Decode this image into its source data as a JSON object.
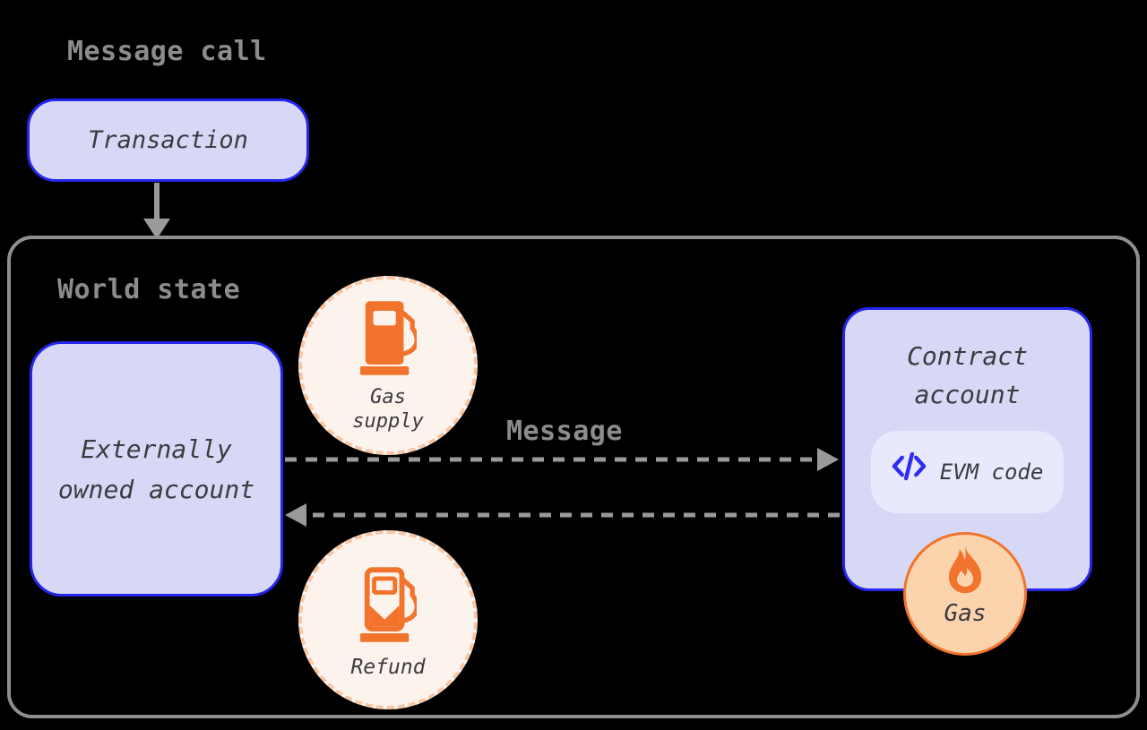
{
  "title": {
    "label": "Message call"
  },
  "transaction": {
    "label": "Transaction"
  },
  "world_state": {
    "label": "World state",
    "message_label": "Message",
    "eoa": {
      "line1": "Externally",
      "line2": "owned account"
    },
    "gas_supply": {
      "line1": "Gas",
      "line2": "supply",
      "icon": "gas-pump-icon"
    },
    "refund": {
      "label": "Refund",
      "icon": "gas-pump-refund-icon"
    },
    "contract": {
      "line1": "Contract",
      "line2": "account",
      "evm_code": {
        "label": "EVM code",
        "icon": "code-icon"
      }
    },
    "gas": {
      "label": "Gas",
      "icon": "flame-icon"
    }
  },
  "colors": {
    "page-bg": "#000000",
    "muted-text": "#8c8c8c",
    "frame-border": "#8f8f8f",
    "arrow-gray": "#9a9a9a",
    "node-fill": "#d7d8f6",
    "node-border": "#2525ec",
    "node-text": "#3b3b40",
    "badge-cream": "#fdf3ed",
    "badge-dash": "#f7c6a4",
    "accent-orange": "#f2742c",
    "gas-fill": "#fbd4ae",
    "pill-fill": "#e8e9fc",
    "code-blue": "#2d2df2"
  }
}
